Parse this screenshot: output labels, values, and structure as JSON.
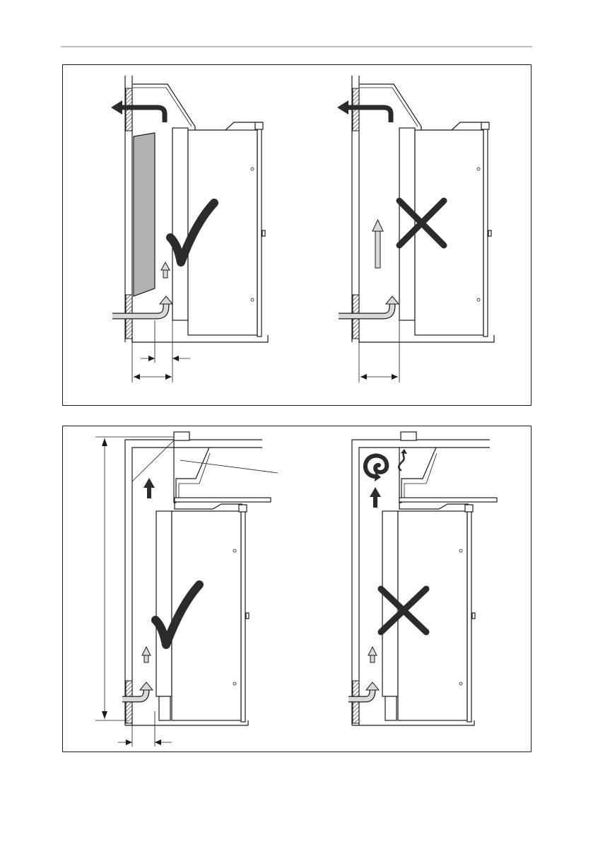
{
  "page": {
    "header_rule": true,
    "background": "#ffffff"
  },
  "colors": {
    "line": "#1a1a1a",
    "symbol": "#2b2b2b",
    "airflow_light": "#d9d9d9",
    "panel_fill": "#b3b3b3",
    "rule": "#bdbdbd"
  },
  "icons": {
    "correct": "check-icon",
    "incorrect": "cross-icon",
    "airflow": "arrow-up-icon",
    "circulation": "recirculation-icon",
    "turbulence": "turbulence-icon"
  },
  "scenes": [
    {
      "id": "recess-with-panel",
      "verdict": "correct"
    },
    {
      "id": "recess-without-panel",
      "verdict": "incorrect"
    },
    {
      "id": "cabinet-with-vent",
      "verdict": "correct"
    },
    {
      "id": "cabinet-blocked-vent",
      "verdict": "incorrect"
    }
  ]
}
